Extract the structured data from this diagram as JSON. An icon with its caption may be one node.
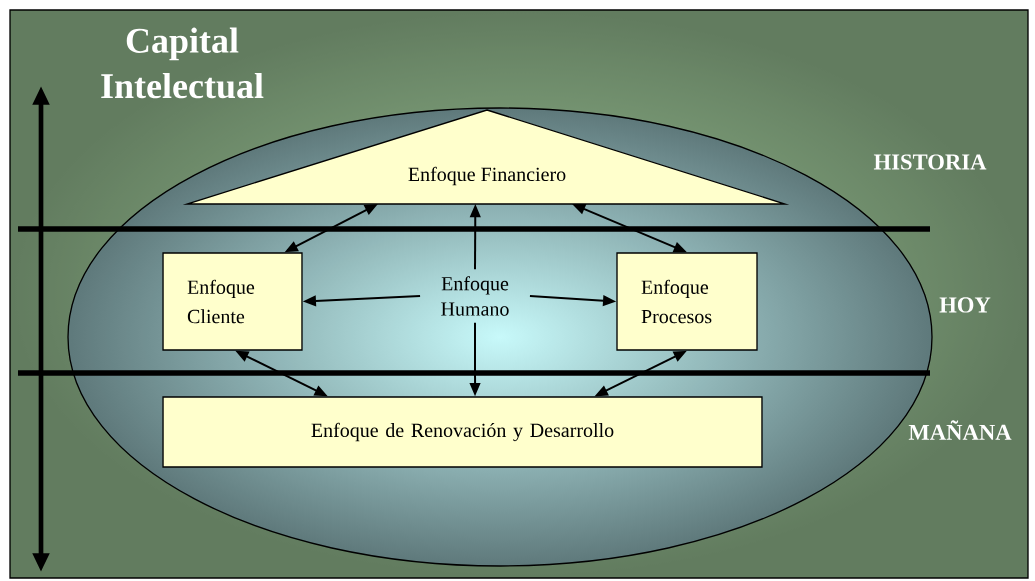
{
  "diagram": {
    "title": "Capital Intelectual",
    "nodes": [
      {
        "text": [
          "Enfoque Financiero"
        ]
      },
      {
        "text": [
          "Enfoque Cliente"
        ]
      },
      {
        "text": [
          "Enfoque Humano"
        ]
      },
      {
        "text": [
          "Enfoque Procesos"
        ]
      },
      {
        "text": [
          "Enfoque de Renovación y Desarrollo"
        ]
      }
    ],
    "edges": [
      {
        "from": 1,
        "to": 0,
        "arrow": "both"
      },
      {
        "from": 2,
        "to": 0,
        "arrow": "to"
      },
      {
        "from": 0,
        "to": 3,
        "arrow": "both"
      },
      {
        "from": 2,
        "to": 1,
        "arrow": "to"
      },
      {
        "from": 2,
        "to": 3,
        "arrow": "to"
      },
      {
        "from": 1,
        "to": 4,
        "arrow": "both"
      },
      {
        "from": 2,
        "to": 4,
        "arrow": "to"
      },
      {
        "from": 3,
        "to": 4,
        "arrow": "both"
      }
    ],
    "labels": [
      "HISTORIA",
      "HOY",
      "MAÑANA"
    ]
  }
}
